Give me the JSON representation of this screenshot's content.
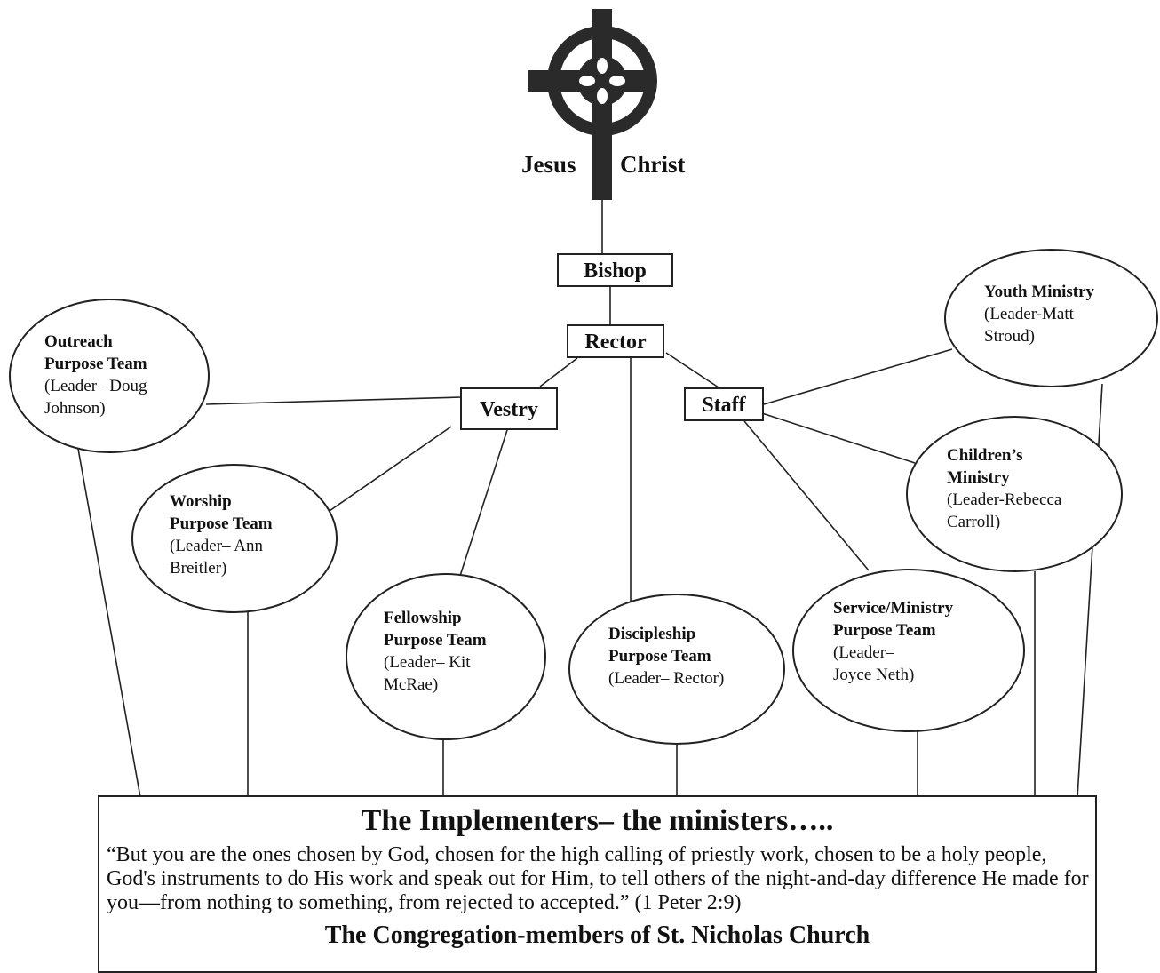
{
  "top": {
    "left": "Jesus",
    "right": "Christ"
  },
  "boxes": {
    "bishop": "Bishop",
    "rector": "Rector",
    "vestry": "Vestry",
    "staff": "Staff"
  },
  "teams": {
    "outreach": {
      "title": [
        "Outreach",
        "Purpose Team"
      ],
      "leader": [
        "(Leader– Doug",
        "Johnson)"
      ]
    },
    "worship": {
      "title": [
        "Worship",
        "Purpose Team"
      ],
      "leader": [
        "(Leader– Ann",
        "Breitler)"
      ]
    },
    "fellowship": {
      "title": [
        "Fellowship",
        "Purpose Team"
      ],
      "leader": [
        "(Leader– Kit",
        "McRae)"
      ]
    },
    "discipleship": {
      "title": [
        "Discipleship",
        "Purpose Team"
      ],
      "leader": [
        "(Leader– Rector)"
      ]
    },
    "service": {
      "title": [
        "Service/Ministry",
        "Purpose Team"
      ],
      "leader": [
        "(Leader–",
        "Joyce Neth)"
      ]
    },
    "children": {
      "title": [
        "Children’s",
        "Ministry"
      ],
      "leader": [
        "(Leader-Rebecca",
        "Carroll)"
      ]
    },
    "youth": {
      "title": [
        "Youth Ministry"
      ],
      "leader": [
        "(Leader-Matt",
        "Stroud)"
      ]
    }
  },
  "footer": {
    "heading": "The Implementers– the ministers…..",
    "quote": "“But you are the ones chosen by God, chosen for the high calling of priestly work, chosen to be a holy people, God's instruments to do His work and speak out for Him, to tell others of the night-and-day difference He made for you—from nothing to something, from rejected to accepted.” (1 Peter 2:9)",
    "subheading": "The Congregation-members of St. Nicholas Church"
  },
  "colors": {
    "ink": "#222222",
    "cross": "#2a2a2a"
  },
  "icons": {
    "cross": "celtic-cross-icon"
  }
}
